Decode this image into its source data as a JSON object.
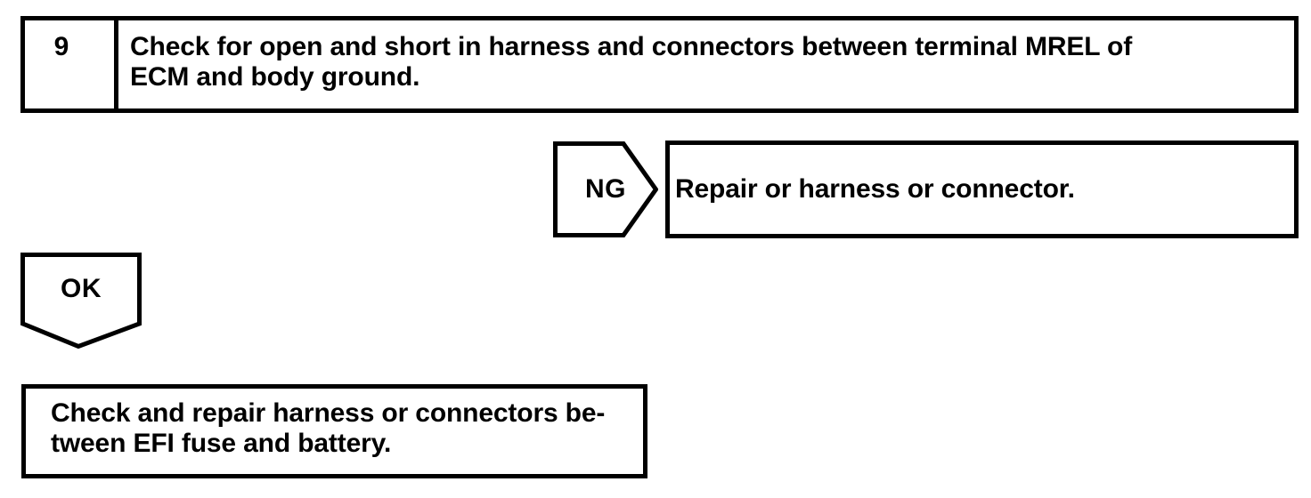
{
  "flowchart": {
    "step": {
      "number": "9",
      "instruction": "Check for open and short in harness and connectors between terminal MREL of\nECM and body ground."
    },
    "ng_branch": {
      "label": "NG",
      "result": "Repair or harness or connector."
    },
    "ok_branch": {
      "label": "OK",
      "result": "Check and repair harness or connectors be-\ntween EFI fuse and battery."
    },
    "colors": {
      "line": "#000000",
      "background": "#ffffff"
    }
  }
}
